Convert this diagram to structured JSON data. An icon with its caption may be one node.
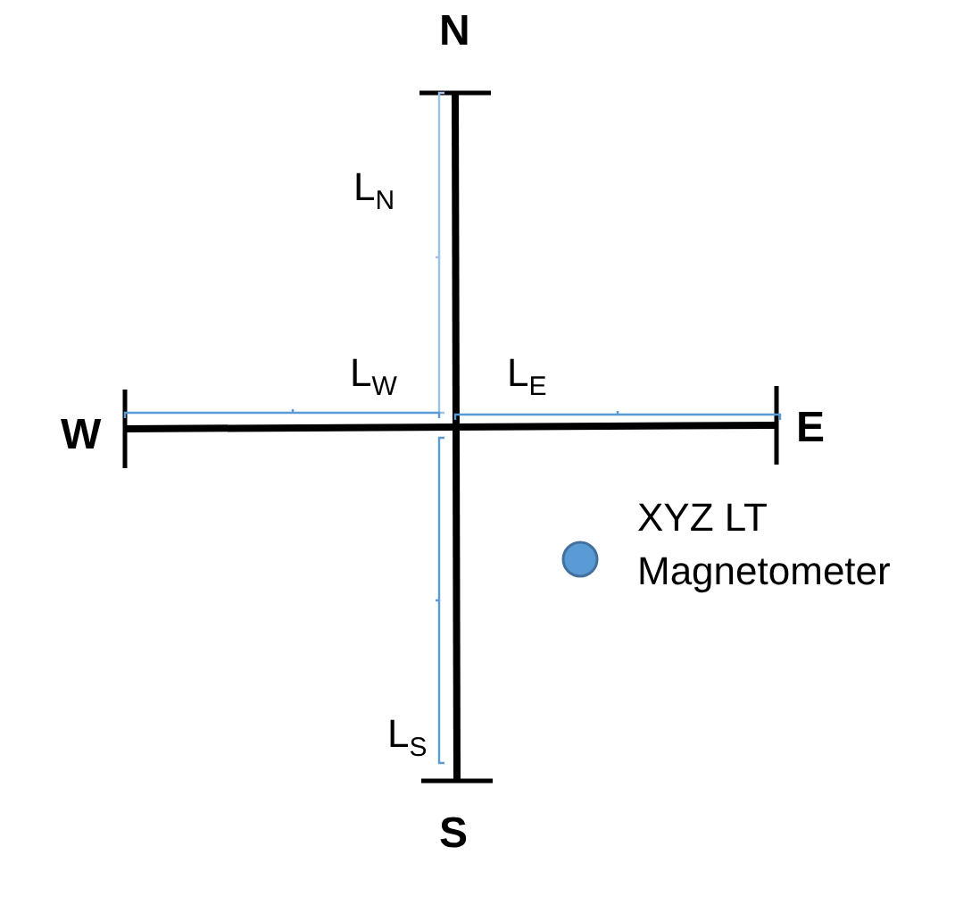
{
  "diagram": {
    "nodes": [
      {
        "text": [],
        "shape": "circle",
        "beside": [
          "XYZ LT Magnetometer"
        ]
      }
    ],
    "labels": [
      "N",
      "L$_{N}$",
      "L$_{W}$",
      "L$_{E}$",
      "W",
      "E",
      "L$_{S}$",
      "S"
    ]
  }
}
